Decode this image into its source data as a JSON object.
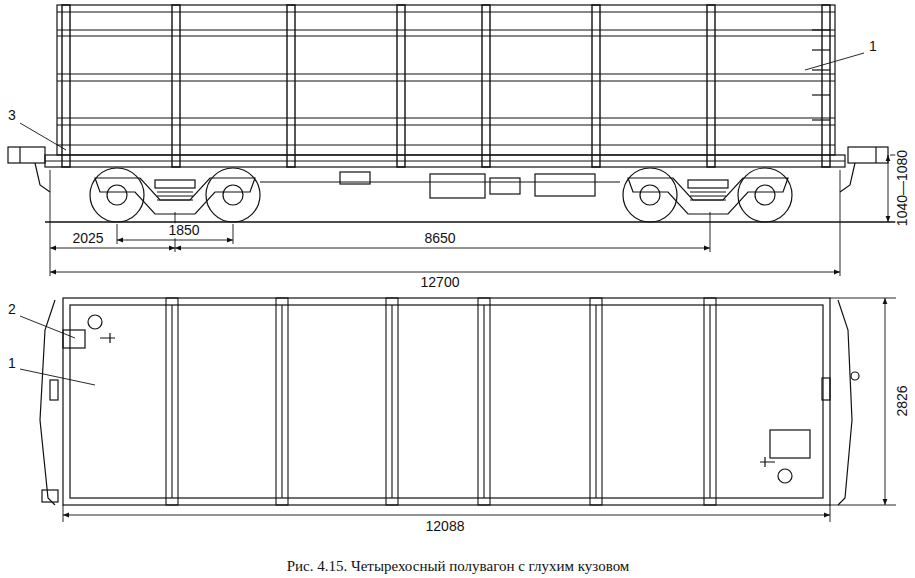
{
  "diagram": {
    "caption": "Рис. 4.15. Четырехосный полувагон с глухим кузовом",
    "labels": [
      "1",
      "1040—1080",
      "3",
      "2025",
      "1850",
      "8650",
      "12700",
      "2",
      "1",
      "2826",
      "12088"
    ]
  }
}
